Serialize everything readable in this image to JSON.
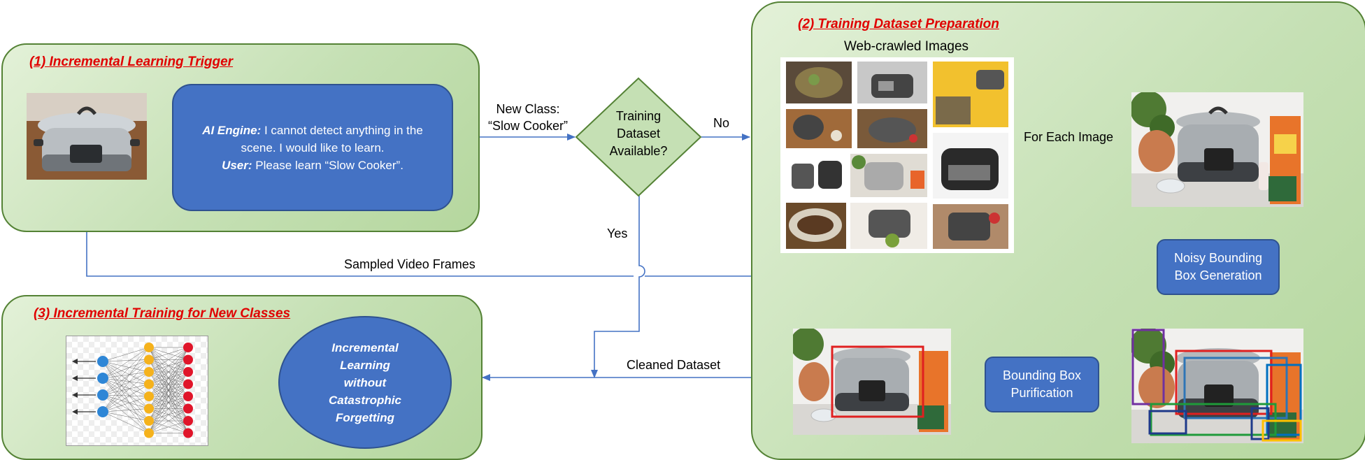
{
  "panels": {
    "trigger": {
      "title": "(1) Incremental Learning Trigger"
    },
    "dataset": {
      "title": "(2) Training Dataset Preparation"
    },
    "training": {
      "title": "(3) Incremental Training for New Classes"
    }
  },
  "dialog": {
    "ai_label": "AI Engine:",
    "ai_text": " I cannot detect anything in the scene. I would like to learn.",
    "user_label": "User:",
    "user_text": " Please learn “Slow Cooker”."
  },
  "decision": {
    "line1": "Training",
    "line2": "Dataset",
    "line3": "Available?"
  },
  "edges": {
    "new_class_1": "New Class:",
    "new_class_2": "“Slow Cooker”",
    "no": "No",
    "yes": "Yes",
    "sampled": "Sampled Video Frames",
    "for_each": "For Each Image",
    "cleaned": "Cleaned Dataset"
  },
  "web_images": {
    "title": "Web-crawled Images"
  },
  "boxes": {
    "noisy_1": "Noisy Bounding",
    "noisy_2": "Box Generation",
    "purify_1": "Bounding Box",
    "purify_2": "Purification"
  },
  "ellipse": {
    "line1": "Incremental",
    "line2": "Learning",
    "line3": "without",
    "line4": "Catastrophic",
    "line5": "Forgetting"
  },
  "colors": {
    "panel_border": "#548235",
    "box_blue": "#4472c4",
    "arrow": "#4472c4",
    "title_red": "#e00000",
    "diamond_fill": "#c5e0b4"
  }
}
